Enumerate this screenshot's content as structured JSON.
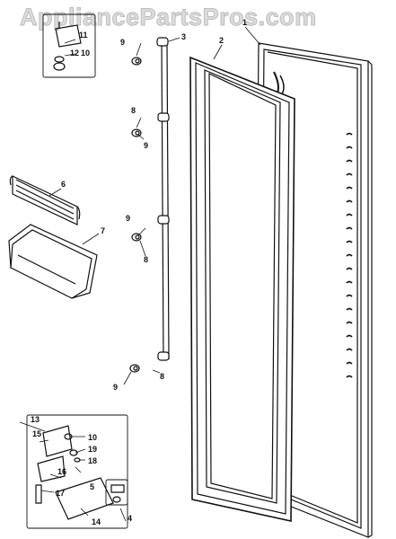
{
  "watermark": "AppliancePartsPros.com",
  "callouts": {
    "c1": "1",
    "c2": "2",
    "c3": "3",
    "c4": "4",
    "c5": "5",
    "c6": "6",
    "c7": "7",
    "c8a": "8",
    "c8b": "8",
    "c8c": "8",
    "c9a": "9",
    "c9b": "9",
    "c9c": "9",
    "c9d": "9",
    "c10a": "10",
    "c10b": "10",
    "c11": "11",
    "c12": "12",
    "c13": "13",
    "c14": "14",
    "c15": "15",
    "c16": "16",
    "c17": "17",
    "c18": "18",
    "c19": "19"
  }
}
